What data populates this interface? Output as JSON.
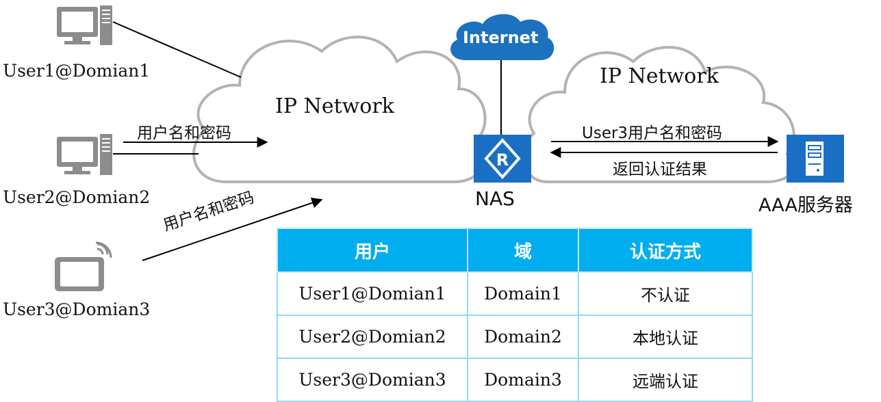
{
  "users": [
    {
      "name": "User1@Domian1"
    },
    {
      "name": "User2@Domian2"
    },
    {
      "name": "User3@Domian3"
    }
  ],
  "left_cloud": {
    "title": "IP Network"
  },
  "right_cloud": {
    "title": "IP Network"
  },
  "internet_cloud": {
    "label": "Internet"
  },
  "nas": {
    "label": "NAS",
    "icon_glyph": "R"
  },
  "aaa_server": {
    "label": "AAA服务器"
  },
  "links": {
    "user2_credentials": "用户名和密码",
    "user3_credentials": "用户名和密码",
    "nas_to_aaa": "User3用户名和密码",
    "aaa_to_nas": "返回认证结果"
  },
  "table": {
    "headers": [
      "用户",
      "域",
      "认证方式"
    ],
    "rows": [
      [
        "User1@Domian1",
        "Domain1",
        "不认证"
      ],
      [
        "User2@Domian2",
        "Domain2",
        "本地认证"
      ],
      [
        "User3@Domian3",
        "Domain3",
        "远端认证"
      ]
    ]
  },
  "colors": {
    "cloud_stroke": "#b3b3b3",
    "internet_blue": "#1d72c0",
    "nas_blue": "#1a6fc4",
    "table_header": "#00adef",
    "table_border": "#8fd9f3",
    "device_gray": "#8c8c8c"
  },
  "icons": {
    "user1": "desktop-computer-icon",
    "user2": "desktop-computer-icon",
    "user3": "wireless-tablet-icon",
    "nas": "router-icon",
    "aaa": "server-icon"
  }
}
